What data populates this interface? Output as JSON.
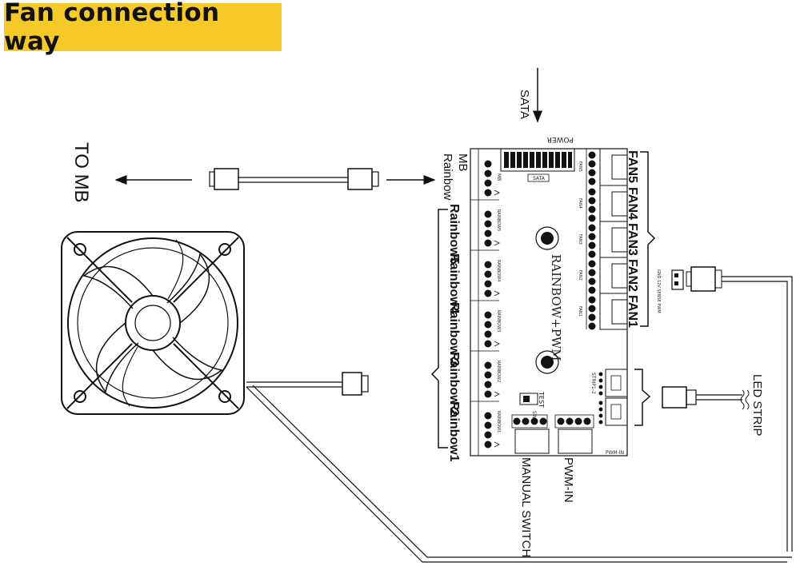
{
  "title": "Fan connection way",
  "labels": {
    "sata": "SATA",
    "power": "POWER",
    "to_mb": "TO MB",
    "mb": "MB",
    "rainbow": "Rainbow",
    "fans": [
      "FAN5",
      "FAN4",
      "FAN3",
      "FAN2",
      "FAN1"
    ],
    "rainbows": [
      "Rainbow5",
      "Rainbow4",
      "Rainbow 3",
      "Rainbow 2",
      "Rainbow1"
    ],
    "board_name": "RAINBOW+PWM",
    "test": "TEST",
    "led_strip": "LED STRIP",
    "pwm_in": "PWM-IN",
    "manual_switch": "MANUAL SWITCH",
    "fan_connector_pins": "GND 12V SENSE PWM",
    "sata_small": "SATA",
    "pwm_in_small": "PWM-IN",
    "sw_small": "SW",
    "mb_small": "MB",
    "strip_small": "STRIP1-2",
    "rainbow_small": [
      "RAINBOW5",
      "RAINBOW4",
      "RAINBOW3",
      "RAINBOW2",
      "RAINBOW1"
    ],
    "fan_small": [
      "FAN5",
      "FAN4",
      "FAN3",
      "FAN2",
      "FAN1"
    ]
  },
  "colors": {
    "banner": "#f5c928",
    "ink": "#111111"
  }
}
